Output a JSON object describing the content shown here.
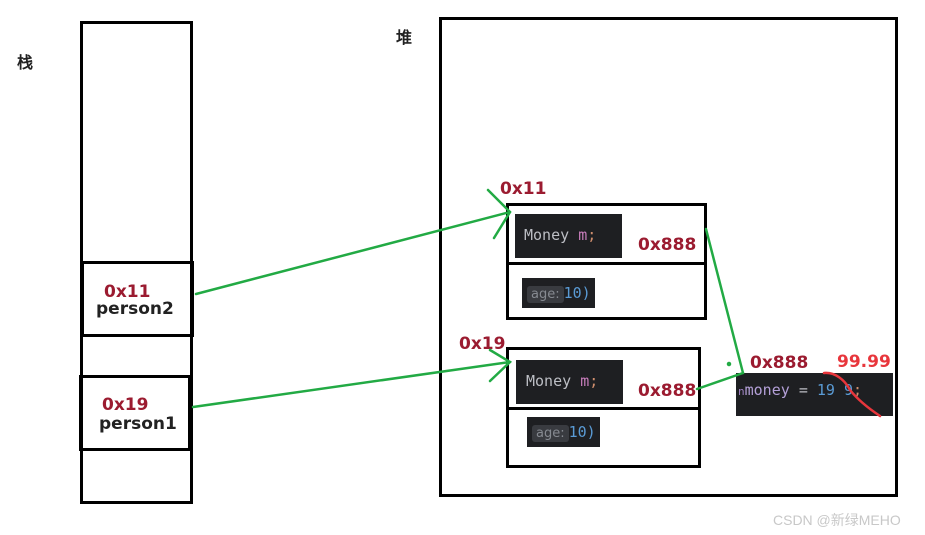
{
  "labels": {
    "stack": "栈",
    "heap": "堆"
  },
  "stack": {
    "frames": [
      {
        "address": "0x11",
        "name": "person2"
      },
      {
        "address": "0x19",
        "name": "person1"
      }
    ]
  },
  "heap": {
    "objects": [
      {
        "address": "0x11",
        "field_code": {
          "type": "Money",
          "name": "m",
          "semicolon": ";"
        },
        "field_ref": "0x888",
        "age_hint": "age:",
        "age_value": "10)"
      },
      {
        "address": "0x19",
        "field_code": {
          "type": "Money",
          "name": "m",
          "semicolon": ";"
        },
        "field_ref": "0x888",
        "age_hint": "age:",
        "age_value": "10)"
      }
    ],
    "money_object": {
      "address": "0x888",
      "new_value": "99.99",
      "code_prefix": "n",
      "code_var": "money",
      "code_eq": "=",
      "code_value": "19",
      "code_value_tail": "9",
      "code_semicolon": ";"
    }
  },
  "colors": {
    "address": "#9b1b30",
    "arrow": "#22aa44",
    "strike": "#e8363c",
    "code_bg": "#1e1f22"
  },
  "watermark": "CSDN @新绿MEHO"
}
